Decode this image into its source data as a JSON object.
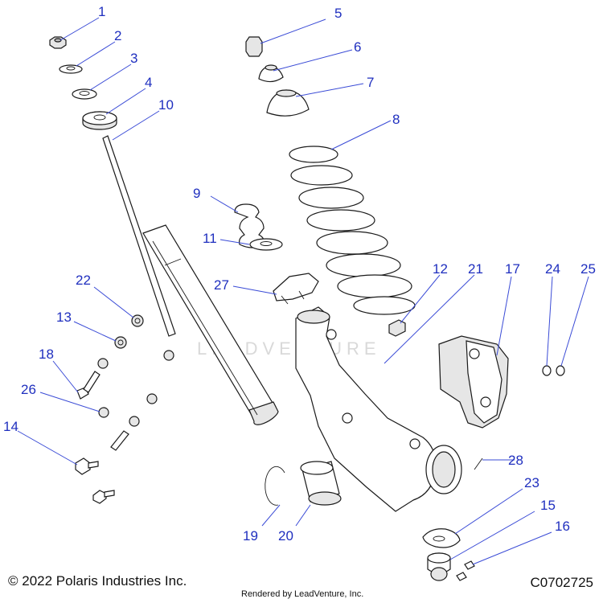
{
  "footer": {
    "copyright": "© 2022 Polaris Industries Inc.",
    "rendered_by": "Rendered by LeadVenture, Inc.",
    "diagram_code": "C0702725"
  },
  "watermark": "LEADVENTURE",
  "callouts": {
    "c1": "1",
    "c2": "2",
    "c3": "3",
    "c4": "4",
    "c5": "5",
    "c6": "6",
    "c7": "7",
    "c8": "8",
    "c9": "9",
    "c10": "10",
    "c11": "11",
    "c12": "12",
    "c13": "13",
    "c14": "14",
    "c15": "15",
    "c16": "16",
    "c17": "17",
    "c18": "18",
    "c19": "19",
    "c20": "20",
    "c21": "21",
    "c22": "22",
    "c23": "23",
    "c24": "24",
    "c25": "25",
    "c26": "26",
    "c27": "27",
    "c28": "28"
  },
  "colors": {
    "callout": "#1f2fbf",
    "leader": "#3a4bd6",
    "outline": "#1a1a1a"
  }
}
